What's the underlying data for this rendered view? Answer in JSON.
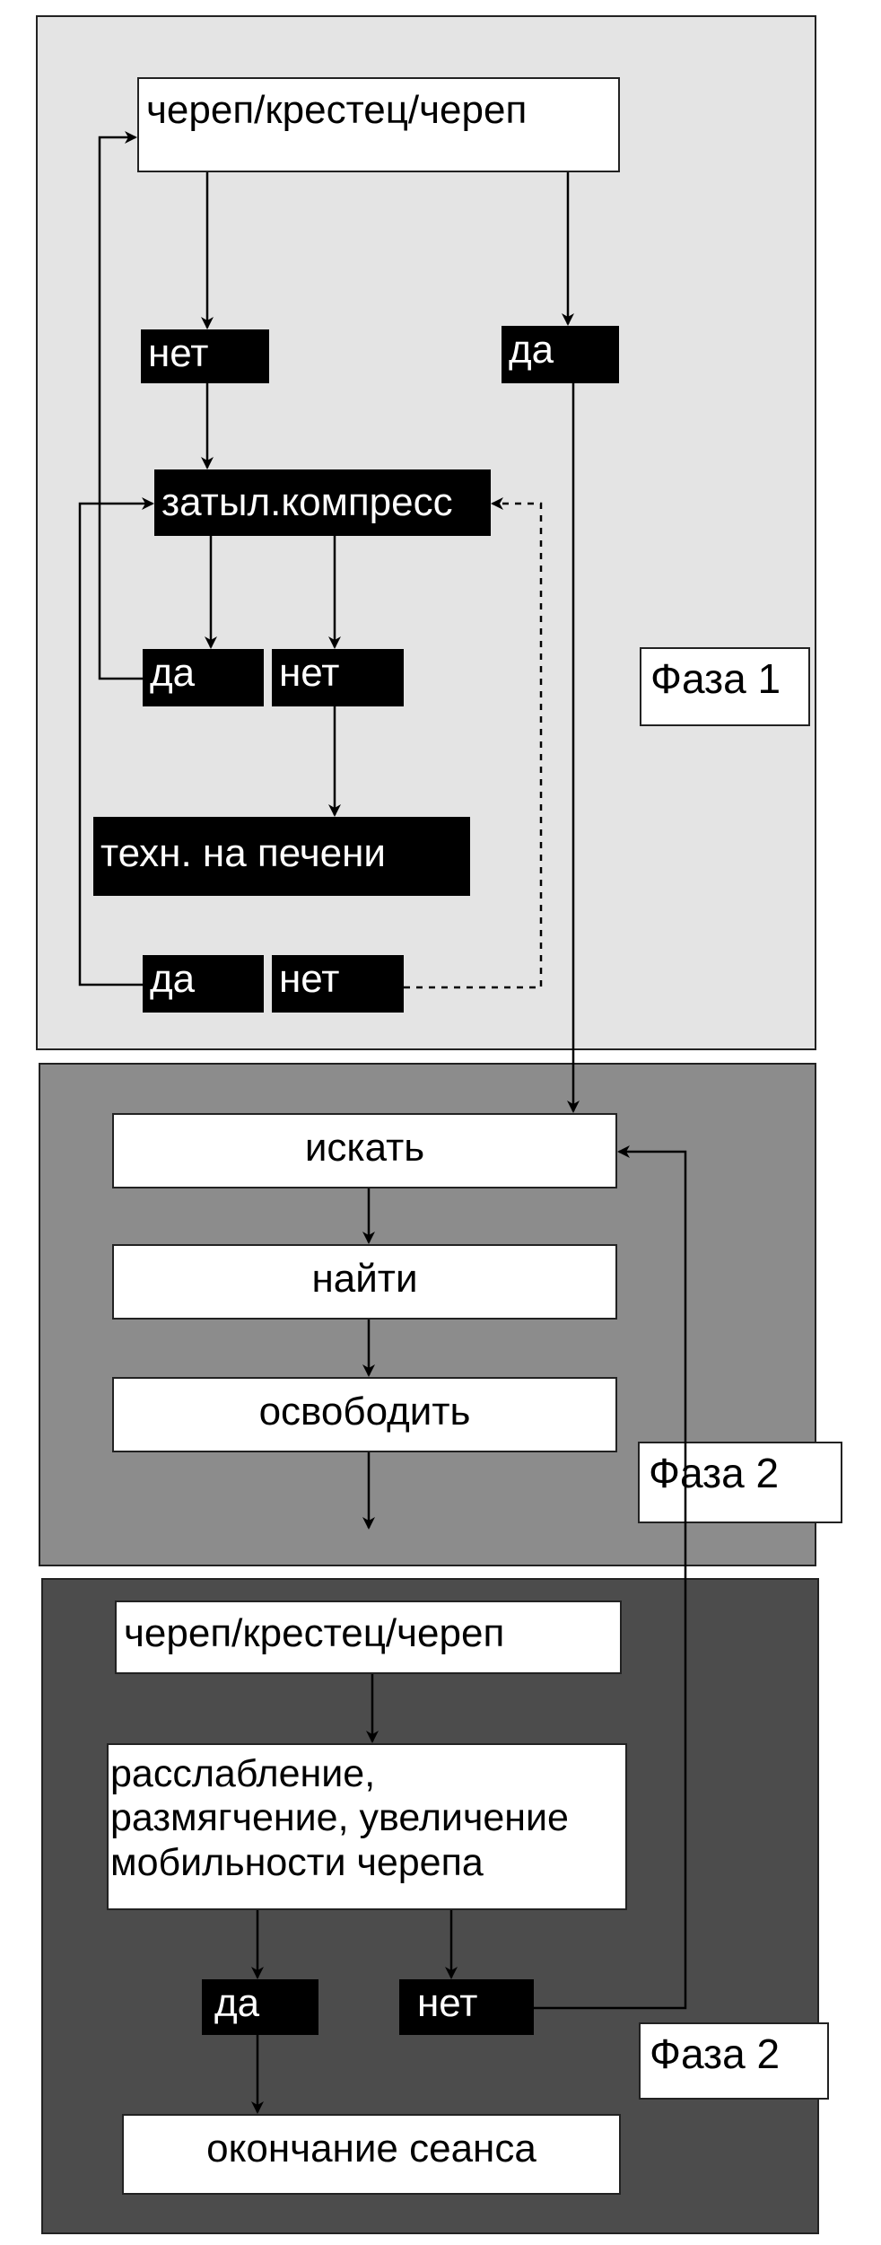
{
  "phase1": {
    "start": "череп/крестец/череп",
    "no1": "нет",
    "yes1": "да",
    "occipital": "затыл.компресс",
    "yes2": "да",
    "no2": "нет",
    "liver": "техн. на печени",
    "yes3": "да",
    "no3": "нет",
    "label": "Фаза 1"
  },
  "phase2": {
    "search": "искать",
    "find": "найти",
    "release": "освободить",
    "label": "Фаза 2"
  },
  "phase3": {
    "start": "череп/крестец/череп",
    "relax": "расслабление,\nразмягчение, увеличение\nмобильности черепа",
    "yes": "да",
    "no": "нет",
    "end": "окончание сеанса",
    "label": "Фаза 2"
  }
}
